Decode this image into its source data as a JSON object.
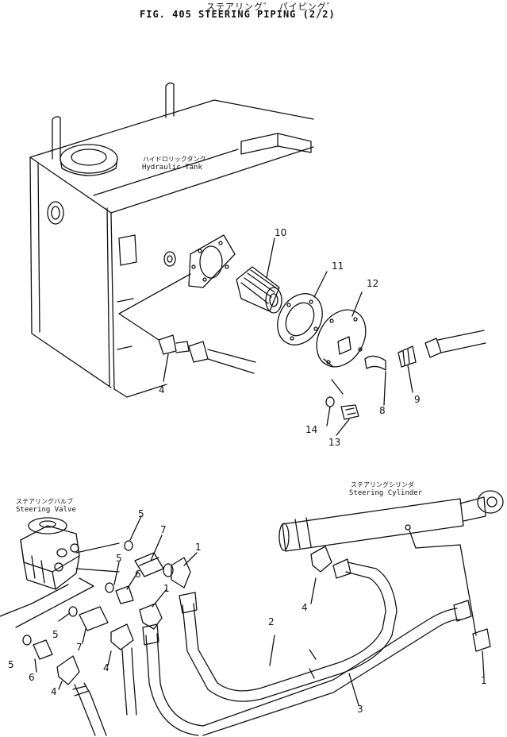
{
  "figure": {
    "title_jp": "ステアリング゛ パイピング゛",
    "title": "FIG. 405  STEERING PIPING (2/2)"
  },
  "labels": {
    "tank_jp": "ハイドロリックタンク",
    "tank": "Hydraulic  Tank",
    "valve_jp": "ステアリングバルブ",
    "valve": "Steering  Valve",
    "cylinder_jp": "ステアリングシリンダ",
    "cylinder": "Steering  Cylinder"
  },
  "callouts": {
    "c10": "10",
    "c11": "11",
    "c12": "12",
    "c4a": "4",
    "c9": "9",
    "c8": "8",
    "c14": "14",
    "c13": "13",
    "c5a": "5",
    "c7a": "7",
    "c1a": "1",
    "c5b": "5",
    "c6a": "6",
    "c1b": "1",
    "c5c": "5",
    "c7b": "7",
    "c5d": "5",
    "c6b": "6",
    "c4b": "4",
    "c4c": "4",
    "c4d": "4",
    "c2": "2",
    "c3": "3",
    "c1c": "1"
  }
}
